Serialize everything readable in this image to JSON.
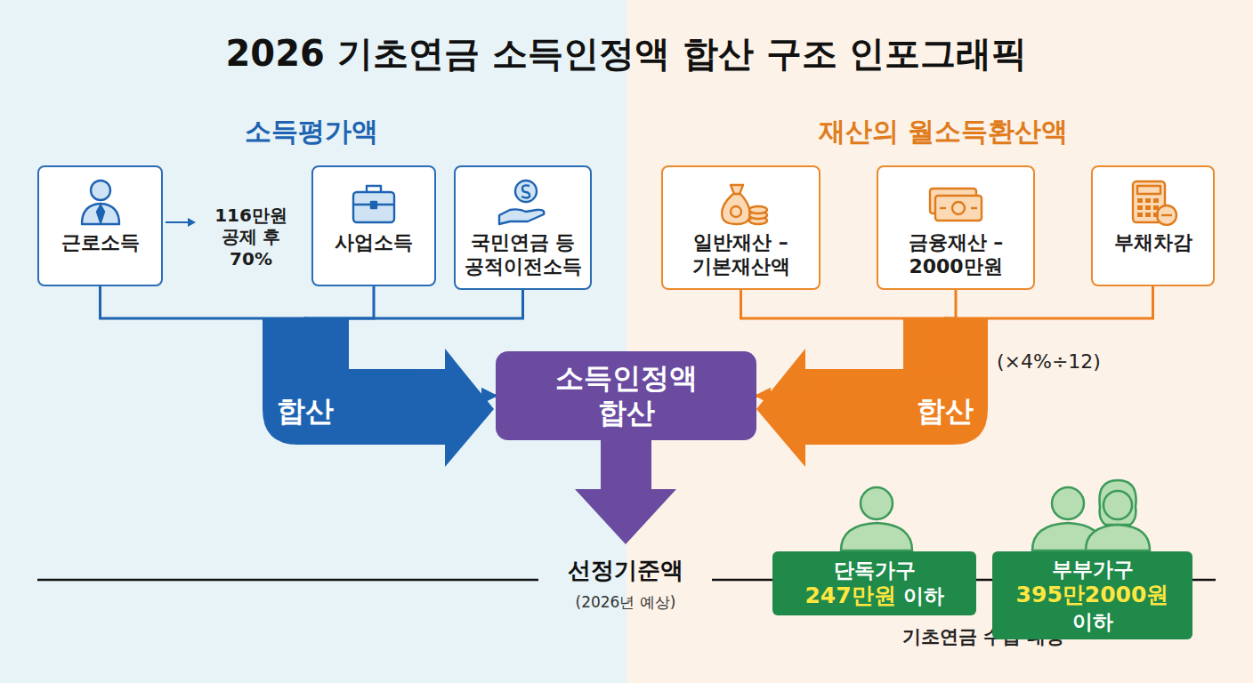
{
  "diagram": {
    "title": "2026 기초연금 소득인정액 합산 구조 인포그래픽",
    "nodes": [
      {
        "text": [
          "근로소득"
        ]
      },
      {
        "text": [
          "사업소득"
        ]
      },
      {
        "text": [
          "국민연금 등 공적이전소득"
        ]
      },
      {
        "text": [
          "일반재산 – 기본재산액"
        ]
      },
      {
        "text": [
          "금융재산 – 2000만원"
        ]
      },
      {
        "text": [
          "부채차감"
        ]
      },
      {
        "text": [
          "소득인정액 합산"
        ]
      },
      {
        "text": [
          "단독가구",
          "247만원",
          "이하"
        ]
      },
      {
        "text": [
          "부부가구",
          "395만2000원",
          "이하"
        ]
      }
    ],
    "edges": [
      {
        "from": 0,
        "to": 6,
        "arrow": "to"
      },
      {
        "from": 1,
        "to": 6,
        "label": "합산",
        "arrow": "to"
      },
      {
        "from": 2,
        "to": 6,
        "arrow": "to"
      },
      {
        "from": 3,
        "to": 6,
        "arrow": "to"
      },
      {
        "from": 4,
        "to": 6,
        "label": "합산",
        "arrow": "to"
      },
      {
        "from": 5,
        "to": 6,
        "arrow": "to"
      }
    ],
    "labels": [
      "소득평가액",
      "116만원 공제 후 70%",
      "재산의 월소득환산액",
      "(×4%÷12)",
      "선정기준액",
      "(2026년 예상)",
      "기초연금 수급 대상"
    ]
  }
}
